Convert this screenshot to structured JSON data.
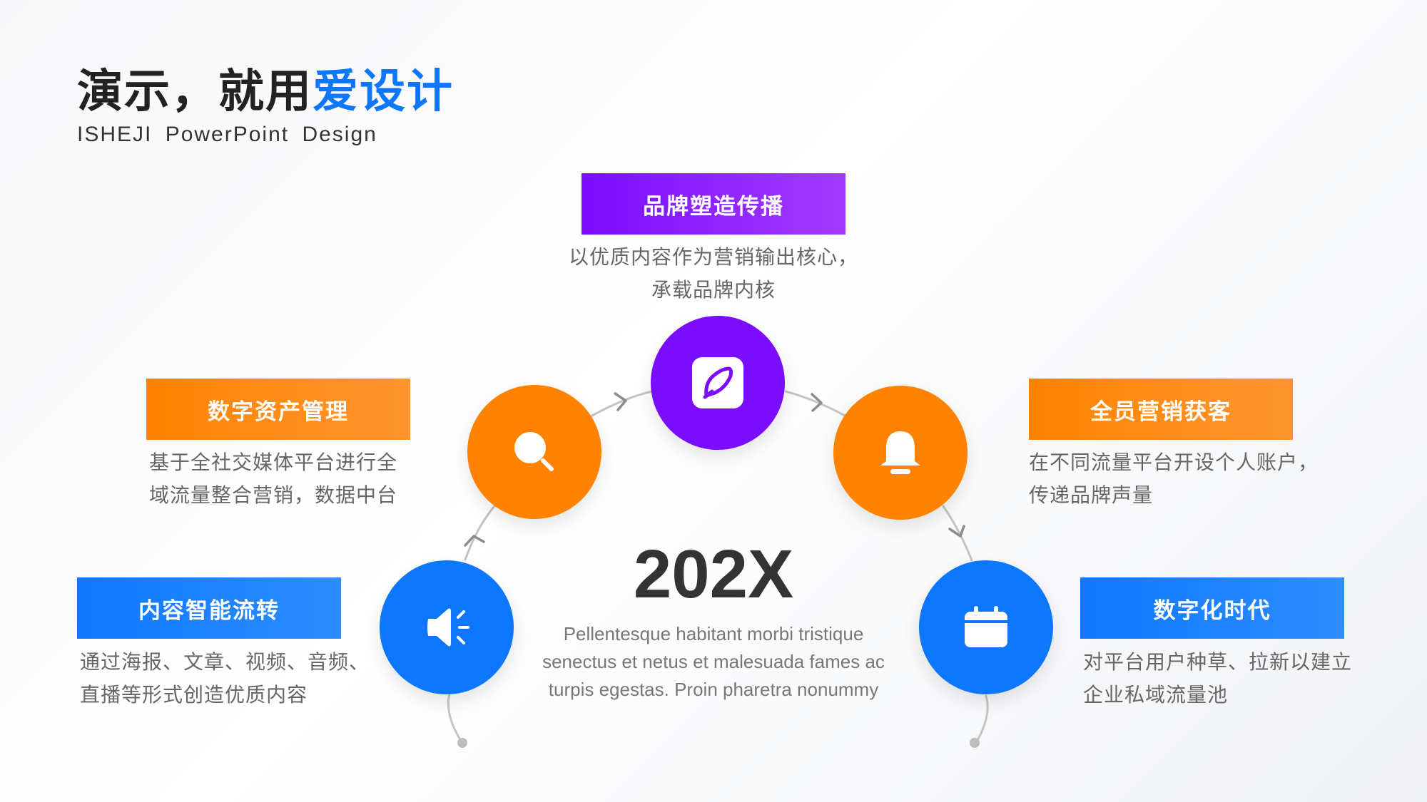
{
  "header": {
    "title_main": "演示，就用",
    "title_accent": "爱设计",
    "subtitle": "ISHEJI PowerPoint Design"
  },
  "colors": {
    "purple": "#7b0dff",
    "orange": "#ff8200",
    "blue": "#0d78ff",
    "line": "#c4c4c4"
  },
  "nodes": [
    {
      "id": "content",
      "label": "内容智能流转",
      "desc_lines": [
        "通过海报、文章、视频、音频、",
        "直播等形式创造优质内容"
      ],
      "icon": "megaphone-icon"
    },
    {
      "id": "assets",
      "label": "数字资产管理",
      "desc_lines": [
        "基于全社交媒体平台进行全",
        "域流量整合营销，数据中台"
      ],
      "icon": "search-icon"
    },
    {
      "id": "brand",
      "label": "品牌塑造传播",
      "desc_lines": [
        "以优质内容作为营销输出核心，",
        "承载品牌内核"
      ],
      "icon": "edit-icon"
    },
    {
      "id": "staff",
      "label": "全员营销获客",
      "desc_lines": [
        "在不同流量平台开设个人账户，",
        "传递品牌声量"
      ],
      "icon": "bell-icon"
    },
    {
      "id": "digital",
      "label": "数字化时代",
      "desc_lines": [
        "对平台用户种草、拉新以建立",
        "企业私域流量池"
      ],
      "icon": "calendar-icon"
    }
  ],
  "center": {
    "year": "202X",
    "text_lines": [
      "Pellentesque habitant morbi tristique",
      "senectus et netus et malesuada fames ac",
      "turpis egestas. Proin pharetra nonummy"
    ]
  }
}
